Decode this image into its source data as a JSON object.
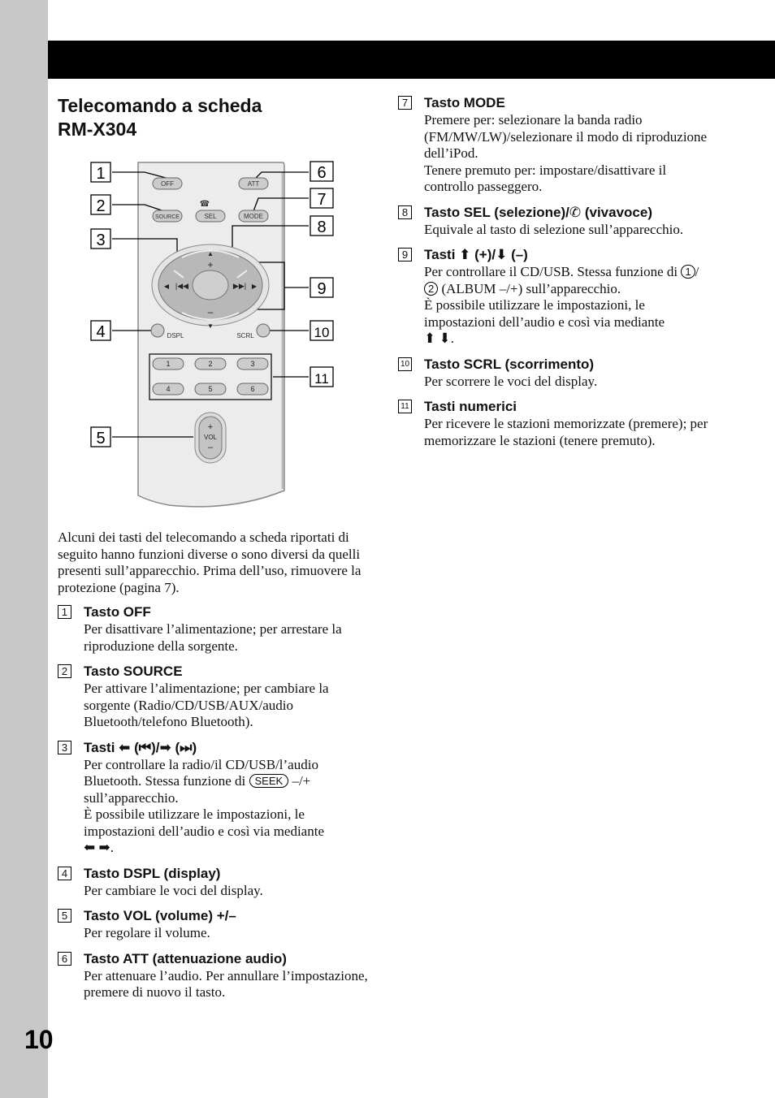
{
  "page": {
    "number": "10"
  },
  "heading": {
    "line1": "Telecomando a scheda",
    "line2": "RM-X304"
  },
  "intro": "Alcuni dei tasti del telecomando a scheda riportati di seguito hanno funzioni diverse o sono diversi da quelli presenti sull’apparecchio. Prima dell’uso, rimuovere la protezione (pagina 7).",
  "diagram": {
    "callouts": [
      "1",
      "2",
      "3",
      "4",
      "5",
      "6",
      "7",
      "8",
      "9",
      "10",
      "11"
    ],
    "buttons": {
      "off": "OFF",
      "att": "ATT",
      "source": "SOURCE",
      "sel": "SEL",
      "mode": "MODE",
      "dspl": "DSPL",
      "scrl": "SCRL",
      "vol": "VOL",
      "plus": "+",
      "minus": "–",
      "numbers": [
        "1",
        "2",
        "3",
        "4",
        "5",
        "6"
      ]
    }
  },
  "items": [
    {
      "num": "1",
      "title": "Tasto OFF",
      "body": [
        "Per disattivare l’alimentazione; per arrestare la riproduzione della sorgente."
      ]
    },
    {
      "num": "2",
      "title": "Tasto SOURCE",
      "body": [
        "Per attivare l’alimentazione; per cambiare la sorgente (Radio/CD/USB/AUX/audio Bluetooth/telefono Bluetooth)."
      ]
    },
    {
      "num": "3",
      "title_a": "Tasti ",
      "title_b": " (",
      "title_c": ")/",
      "title_d": " (",
      "title_e": ")",
      "body_a": "Per controllare la radio/il CD/USB/l’audio Bluetooth. Stessa funzione di ",
      "key": "SEEK",
      "body_b": " –/+ sull’apparecchio.",
      "body_c": "È possibile utilizzare le impostazioni, le impostazioni dell’audio e così via mediante",
      "body_d": "."
    },
    {
      "num": "4",
      "title": "Tasto DSPL (display)",
      "body": [
        "Per cambiare le voci del display."
      ]
    },
    {
      "num": "5",
      "title": "Tasto VOL (volume) +/–",
      "body": [
        "Per regolare il volume."
      ]
    },
    {
      "num": "6",
      "title": "Tasto ATT (attenuazione audio)",
      "body": [
        "Per attenuare l’audio. Per annullare l’impostazione, premere di nuovo il tasto."
      ]
    },
    {
      "num": "7",
      "title": "Tasto MODE",
      "body": [
        "Premere per: selezionare la banda radio (FM/MW/LW)/selezionare il modo di riproduzione dell’iPod.",
        "Tenere premuto per: impostare/disattivare il controllo passeggero."
      ]
    },
    {
      "num": "8",
      "title_a": "Tasto SEL (selezione)/",
      "title_b": " (vivavoce)",
      "body": [
        "Equivale al tasto di selezione sull’apparecchio."
      ]
    },
    {
      "num": "9",
      "title_a": "Tasti ",
      "title_b": " (+)/",
      "title_c": " (–)",
      "body_a": "Per controllare il CD/USB. Stessa funzione di ",
      "key1": "1",
      "sep": "/",
      "key2": "2",
      "body_b": " (ALBUM –/+) sull’apparecchio.",
      "body_c": "È possibile utilizzare le impostazioni, le impostazioni dell’audio e così via mediante",
      "body_d": "."
    },
    {
      "num": "10",
      "title": "Tasto SCRL (scorrimento)",
      "body": [
        "Per scorrere le voci del display."
      ]
    },
    {
      "num": "11",
      "title": "Tasti numerici",
      "body": [
        "Per ricevere le stazioni memorizzate (premere); per memorizzare le stazioni (tenere premuto)."
      ]
    }
  ]
}
